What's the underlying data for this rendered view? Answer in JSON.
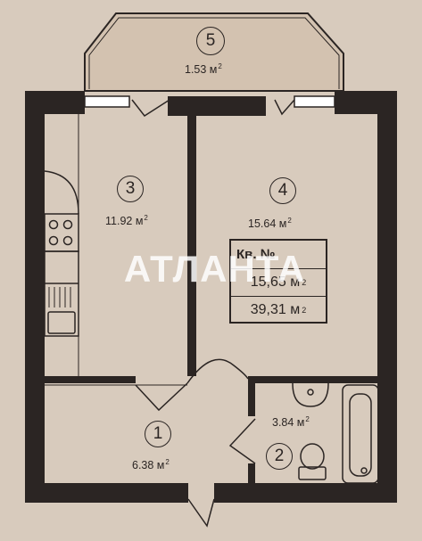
{
  "plan": {
    "wall_color": "#2b2523",
    "floor_color": "#d8cbbd",
    "balcony_color": "#d3c2b0"
  },
  "rooms": [
    {
      "number": "1",
      "area": "6.38 м",
      "unit_sup": "2"
    },
    {
      "number": "2",
      "area": "3.84 м",
      "unit_sup": "2"
    },
    {
      "number": "3",
      "area": "11.92 м",
      "unit_sup": "2"
    },
    {
      "number": "4",
      "area": "15.64 м",
      "unit_sup": "2"
    },
    {
      "number": "5",
      "area": "1.53 м",
      "unit_sup": "2"
    }
  ],
  "apartment_box": {
    "number_label": "Кв. №",
    "living_area": "15,65 м",
    "total_area": "39,31 м",
    "unit_sup": "2"
  },
  "watermark": "АТЛАНТА"
}
